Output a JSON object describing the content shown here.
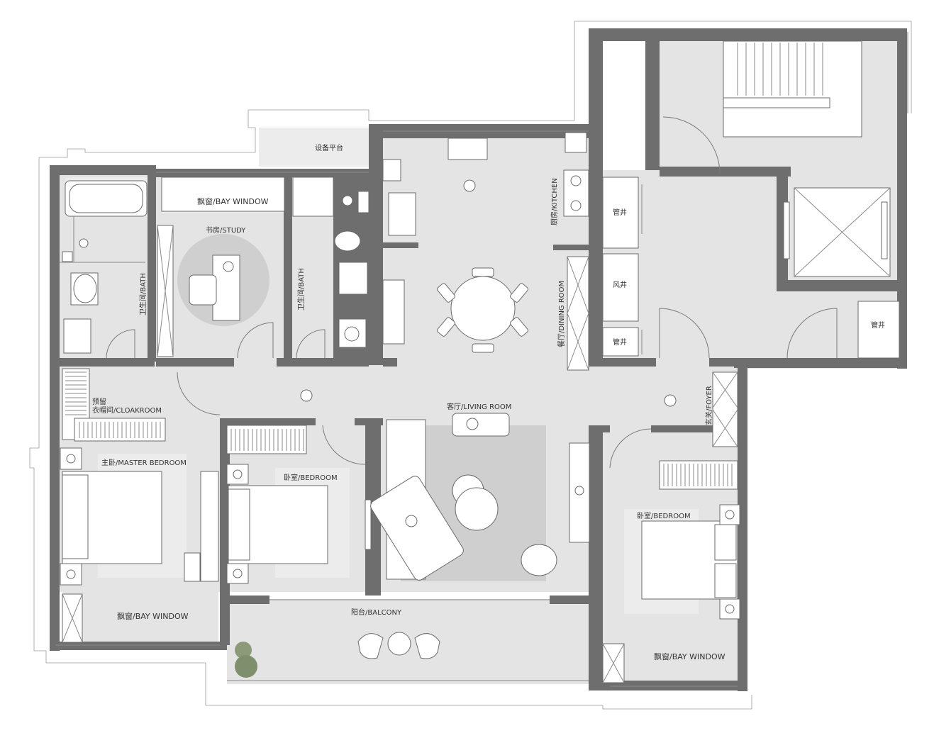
{
  "floor_plan": {
    "rooms": {
      "bay_window_study": "飘窗/BAY WINDOW",
      "study": "书房/STUDY",
      "equipment_platform": "设备平台",
      "bath_left": "卫生间/BATH",
      "bath_right": "卫生间/BATH",
      "kitchen": "厨房/KITCHEN",
      "dining_room": "餐厅/DINING ROOM",
      "duct_1": "管井",
      "duct_2": "管井",
      "duct_3": "管井",
      "air_shaft": "风井",
      "reserved": "预留",
      "cloakroom": "衣帽间/CLOAKROOM",
      "living_room": "客厅/LIVING ROOM",
      "foyer": "玄关/FOYER",
      "master_bedroom": "主卧/MASTER BEDROOM",
      "bedroom_middle": "卧室/BEDROOM",
      "bedroom_right": "卧室/BEDROOM",
      "bay_window_master": "飘窗/BAY WINDOW",
      "balcony": "阳台/BALCONY",
      "bay_window_right": "飘窗/BAY WINDOW"
    },
    "colors": {
      "wall": "#6e6e6e",
      "floor": "#e4e4e4",
      "rug": "#cfcfcf",
      "background": "#ffffff"
    }
  }
}
